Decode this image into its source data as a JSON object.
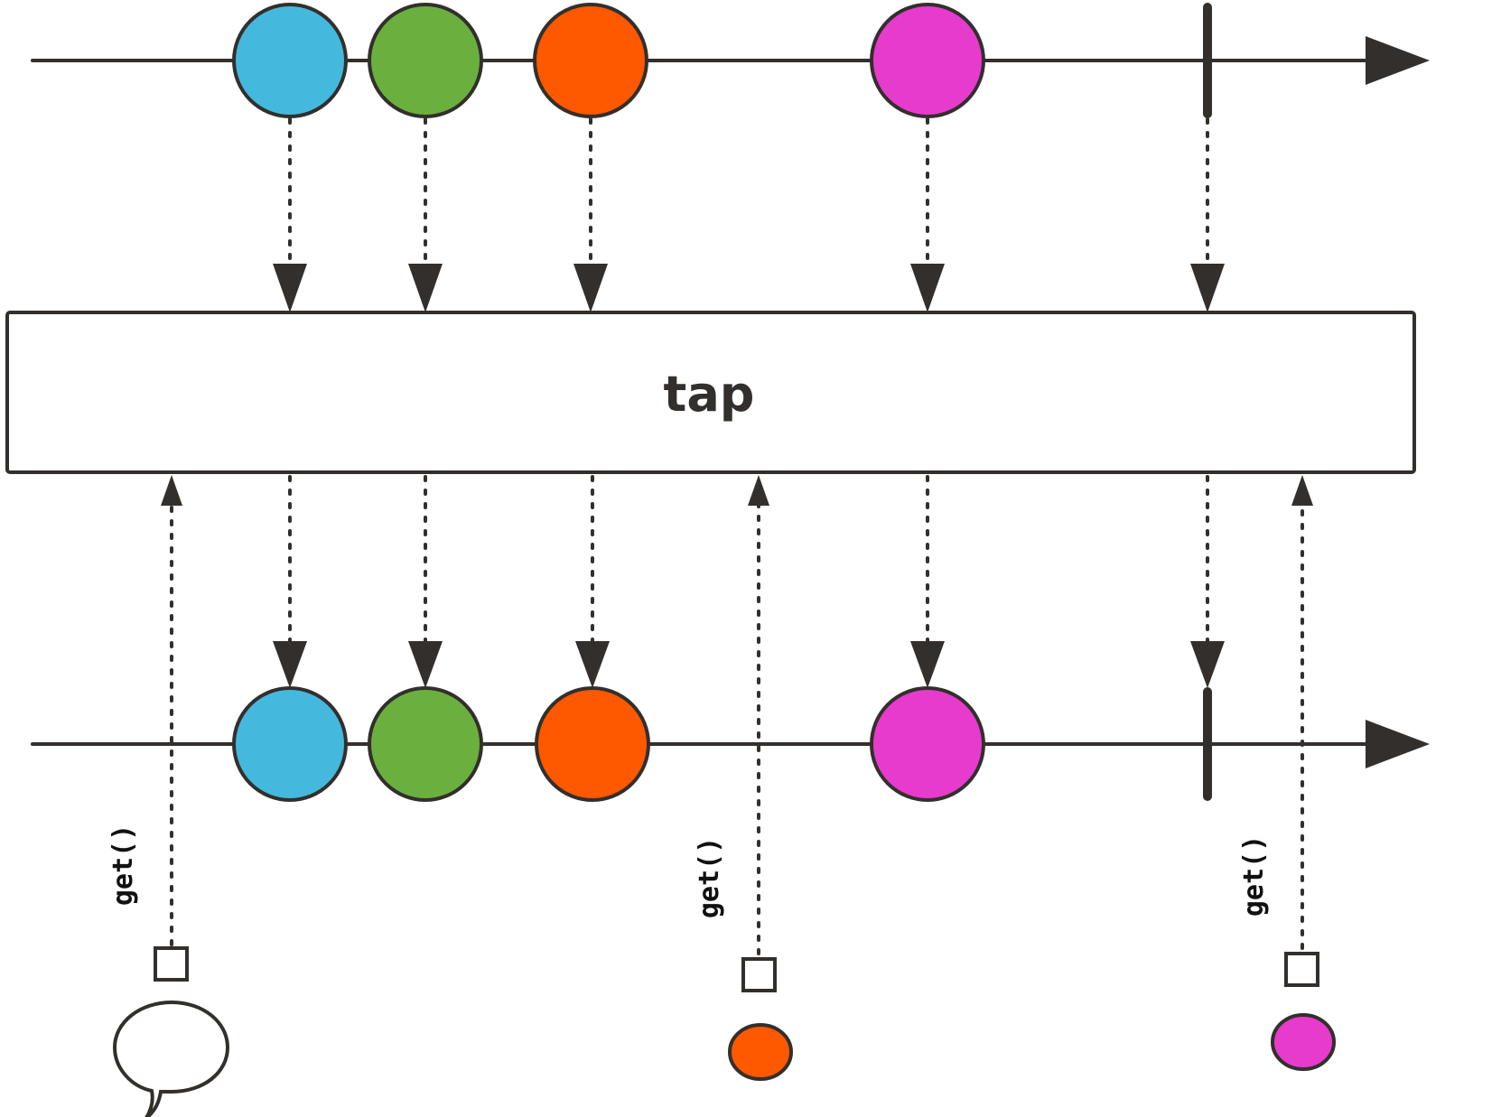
{
  "operator": {
    "label": "tap"
  },
  "colors": {
    "stroke": "#322f2c",
    "blue": "#45b8dd",
    "green": "#6bb03e",
    "orange": "#fe5800",
    "magenta": "#e73bcd",
    "background": "#ffffff"
  },
  "source_marbles": [
    "blue",
    "green",
    "orange",
    "magenta"
  ],
  "result_marbles": [
    "blue",
    "green",
    "orange",
    "magenta"
  ],
  "completion": {
    "icon": "completion-bar"
  },
  "get_calls": [
    {
      "label": "get()",
      "result_icon": "empty-speech-bubble-icon"
    },
    {
      "label": "get()",
      "result_marble": "orange"
    },
    {
      "label": "get()",
      "result_marble": "magenta"
    }
  ]
}
